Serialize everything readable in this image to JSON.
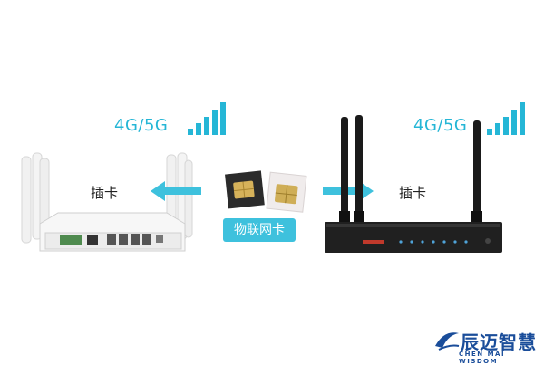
{
  "signal_label_left": "4G/5G",
  "signal_label_right": "4G/5G",
  "insert_label_left": "插卡",
  "insert_label_right": "插卡",
  "sim_badge": "物联网卡",
  "logo": {
    "cn": "辰迈智慧",
    "en": "CHEN MAI WISDOM"
  },
  "colors": {
    "accent": "#25b6d6",
    "badge": "#3ec1dd",
    "logo": "#1a4d9a"
  },
  "icons": [
    "signal-bars-icon",
    "arrow-left-icon",
    "arrow-right-icon",
    "sim-card-icon",
    "router-icon"
  ]
}
